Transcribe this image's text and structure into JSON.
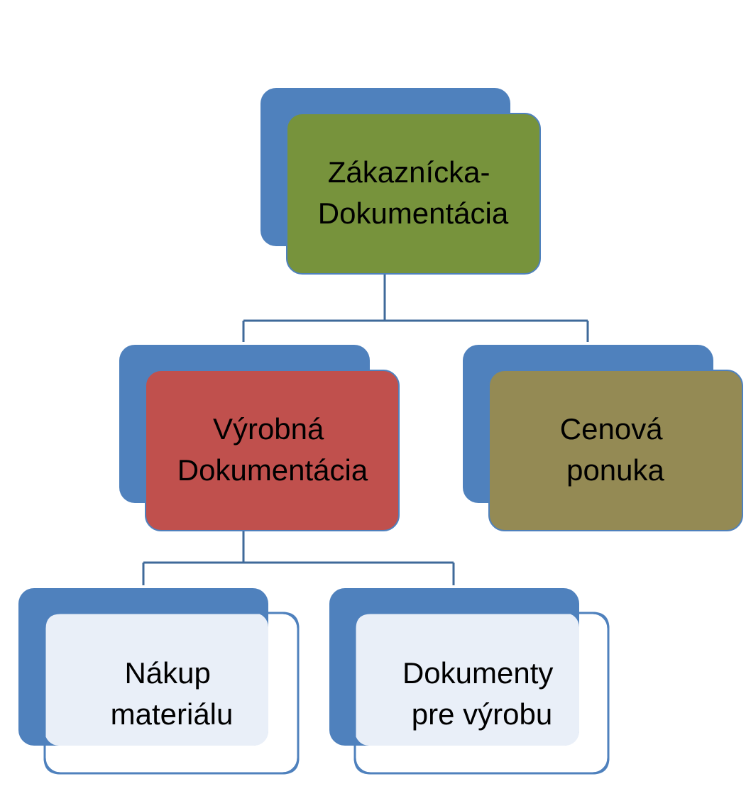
{
  "colors": {
    "shadow": "#4f81bd",
    "connector": "#3f6a9a",
    "node_border": "#4f81bd",
    "root_fill": "#77933c",
    "left_fill": "#c0504d",
    "right_fill": "#948a54",
    "leaf_fill": "#ffffff",
    "leaf_overlay": "#e9eff8"
  },
  "nodes": {
    "root": {
      "line1": "Zákaznícka-",
      "line2": "Dokumentácia"
    },
    "production": {
      "line1": "Výrobná",
      "line2": "Dokumentácia"
    },
    "quote": {
      "line1": "Cenová",
      "line2": "ponuka"
    },
    "purchase": {
      "line1": "Nákup",
      "line2": "materiálu"
    },
    "documents": {
      "line1": "Dokumenty",
      "line2": "pre výrobu"
    }
  }
}
